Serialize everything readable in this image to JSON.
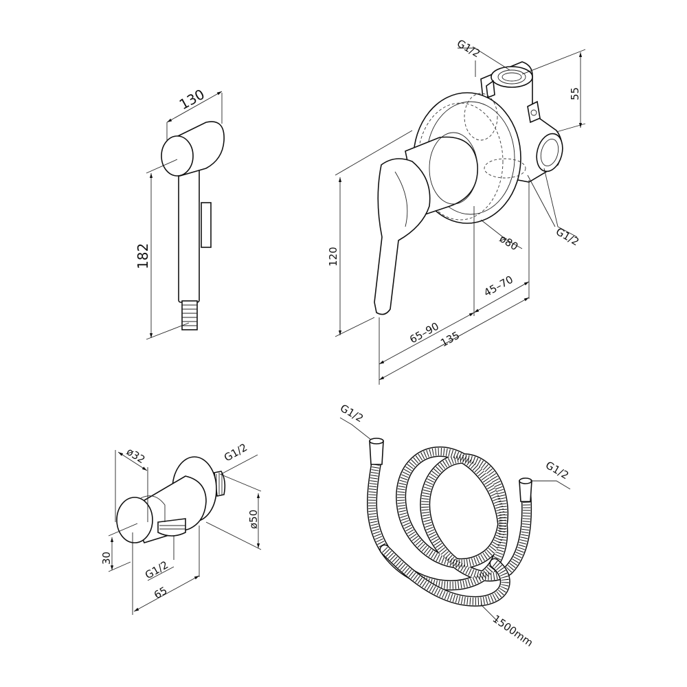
{
  "sprayer": {
    "width_label": "130",
    "height_label": "182"
  },
  "mixer": {
    "inlet_top_label": "G1/2",
    "depth_label": "55",
    "height_label": "120",
    "plate_diameter_label": "ø80",
    "outlet_label": "G1/2",
    "wall_depth_label": "45–70",
    "handle_reach_label": "65–90",
    "total_length_label": "135"
  },
  "bracket": {
    "face_diameter_label": "ø32",
    "rear_thread_label": "G1/2",
    "flange_diameter_label": "ø50",
    "height_label": "30",
    "bottom_thread_label": "G1/2",
    "length_label": "65"
  },
  "hose": {
    "left_thread_label": "G1/2",
    "right_thread_label": "G1/2",
    "length_label": "1500mm"
  }
}
